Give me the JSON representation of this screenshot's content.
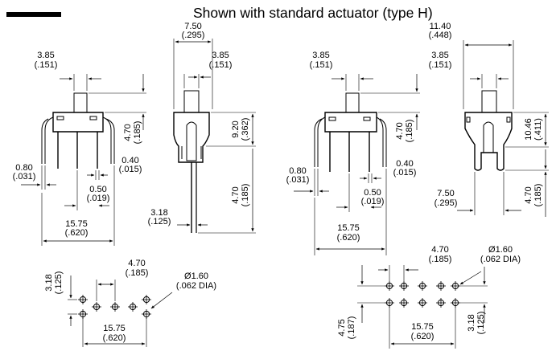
{
  "title": "Shown with standard actuator (type H)",
  "left_side_dims": {
    "top": "7.50",
    "top_in": "(.295)",
    "right": "3.85",
    "right_in": "(.151)",
    "height": "9.20",
    "height_in": "(.362)",
    "leg": "4.70",
    "leg_in": "(.185)",
    "bottom": "3.18",
    "bottom_in": "(.125)"
  },
  "left_front_dims": {
    "top": "3.85",
    "top_in": "(.151)",
    "act": "4.70",
    "act_in": "(.185)",
    "pin_w": "0.80",
    "pin_w_in": "(.031)",
    "pin_t": "0.40",
    "pin_t_in": "(.015)",
    "pitch": "0.50",
    "pitch_in": "(.019)",
    "width": "15.75",
    "width_in": "(.620)"
  },
  "left_pcb_dims": {
    "row": "3.18",
    "row_in": "(.125)",
    "pitch": "4.70",
    "pitch_in": "(.185)",
    "hole": "Ø1.60",
    "hole_in": "(.062 DIA)",
    "span": "15.75",
    "span_in": "(.620)"
  },
  "right_front_dims": {
    "top": "3.85",
    "top_in": "(.151)",
    "act": "4.70",
    "act_in": "(.185)",
    "pin_w": "0.80",
    "pin_w_in": "(.031)",
    "pin_t": "0.40",
    "pin_t_in": "(.015)",
    "pitch": "0.50",
    "pitch_in": "(.019)",
    "width": "15.75",
    "width_in": "(.620)"
  },
  "right_side_dims": {
    "top": "11.40",
    "top_in": "(.448)",
    "right": "3.85",
    "right_in": "(.151)",
    "height": "10.46",
    "height_in": "(.411)",
    "leg": "4.70",
    "leg_in": "(.185)",
    "base": "7.50",
    "base_in": "(.295)"
  },
  "right_pcb_dims": {
    "pitch": "4.70",
    "pitch_in": "(.185)",
    "hole": "Ø1.60",
    "hole_in": "(.062 DIA)",
    "row_l": "4.75",
    "row_l_in": "(.187)",
    "row_r": "3.18",
    "row_r_in": "(.125)",
    "span": "15.75",
    "span_in": "(.620)"
  }
}
